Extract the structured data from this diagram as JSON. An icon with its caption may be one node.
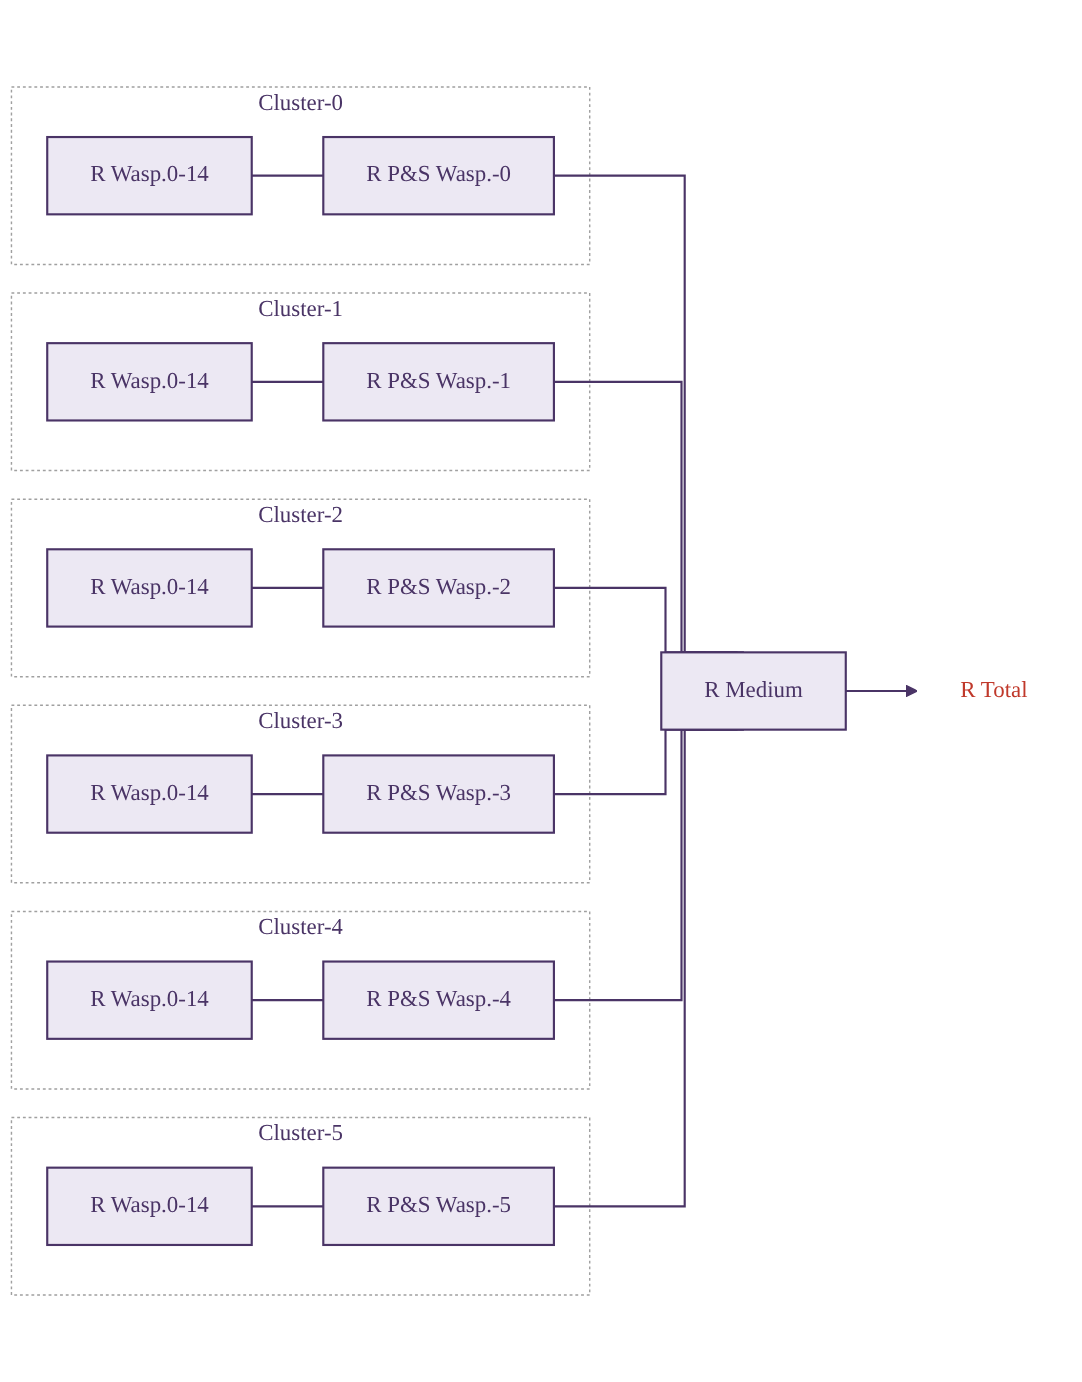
{
  "diagram": {
    "nodes": [
      {
        "text": [
          "Cluster-0"
        ]
      },
      {
        "text": [
          "R Wasp.0-14"
        ],
        "in": 0
      },
      {
        "text": [
          "R P&S Wasp.-0"
        ],
        "in": 0
      },
      {
        "text": [
          "Cluster-1"
        ]
      },
      {
        "text": [
          "R Wasp.0-14"
        ],
        "in": 3
      },
      {
        "text": [
          "R P&S Wasp.-1"
        ],
        "in": 3
      },
      {
        "text": [
          "Cluster-2"
        ]
      },
      {
        "text": [
          "R Wasp.0-14"
        ],
        "in": 6
      },
      {
        "text": [
          "R P&S Wasp.-2"
        ],
        "in": 6
      },
      {
        "text": [
          "Cluster-3"
        ]
      },
      {
        "text": [
          "R Wasp.0-14"
        ],
        "in": 9
      },
      {
        "text": [
          "R P&S Wasp.-3"
        ],
        "in": 9
      },
      {
        "text": [
          "Cluster-4"
        ]
      },
      {
        "text": [
          "R Wasp.0-14"
        ],
        "in": 12
      },
      {
        "text": [
          "R P&S Wasp.-4"
        ],
        "in": 12
      },
      {
        "text": [
          "Cluster-5"
        ]
      },
      {
        "text": [
          "R Wasp.0-14"
        ],
        "in": 15
      },
      {
        "text": [
          "R P&S Wasp.-5"
        ],
        "in": 15
      },
      {
        "text": [
          "R Medium"
        ]
      },
      {
        "text": [
          "R Total"
        ]
      }
    ],
    "edges": [
      {
        "from": 1,
        "to": 2,
        "arrow": "none"
      },
      {
        "from": 2,
        "to": 18,
        "arrow": "none"
      },
      {
        "from": 4,
        "to": 5,
        "arrow": "none"
      },
      {
        "from": 5,
        "to": 18,
        "arrow": "none"
      },
      {
        "from": 7,
        "to": 8,
        "arrow": "none"
      },
      {
        "from": 8,
        "to": 18,
        "arrow": "none"
      },
      {
        "from": 10,
        "to": 11,
        "arrow": "none"
      },
      {
        "from": 11,
        "to": 18,
        "arrow": "none"
      },
      {
        "from": 13,
        "to": 14,
        "arrow": "none"
      },
      {
        "from": 14,
        "to": 18,
        "arrow": "none"
      },
      {
        "from": 16,
        "to": 17,
        "arrow": "none"
      },
      {
        "from": 17,
        "to": 18,
        "arrow": "none"
      },
      {
        "from": 18,
        "to": 19,
        "arrow": "to"
      }
    ]
  }
}
